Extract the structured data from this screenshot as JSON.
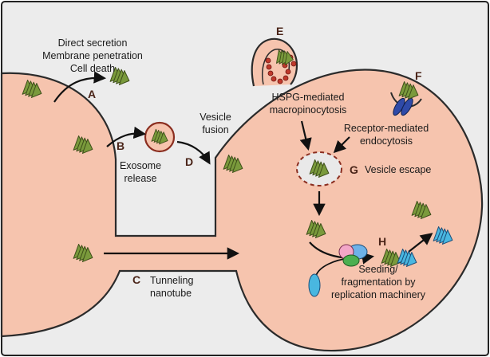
{
  "colors": {
    "background": "#ececec",
    "cell_fill": "#f6c4ae",
    "cell_stroke": "#2b2b2b",
    "fibril_fill": "#7a9a3c",
    "fibril_dark": "#3e4f1a",
    "receptor": "#2f4aa8",
    "hspg": "#c0392b",
    "pink": "#f2a6c8",
    "blue_light": "#6db2e8",
    "green": "#4caf50",
    "seed_blue": "#49b7e0"
  },
  "labels": {
    "a_text_line1": "Direct secretion",
    "a_text_line2": "Membrane penetration",
    "a_text_line3": "Cell death",
    "letter_a": "A",
    "letter_b": "B",
    "exosome_line1": "Exosome",
    "exosome_line2": "release",
    "vesicle_line1": "Vesicle",
    "vesicle_line2": "fusion",
    "letter_d": "D",
    "letter_c": "C",
    "tunnel_line1": "Tunneling",
    "tunnel_line2": "nanotube",
    "letter_e": "E",
    "letter_f": "F",
    "hspg_line1": "HSPG-mediated",
    "hspg_line2": "macropinocytosis",
    "receptor_line1": "Receptor-mediated",
    "receptor_line2": "endocytosis",
    "letter_g": "G",
    "vesicle_escape": "Vesicle escape",
    "letter_h": "H",
    "seeding_line1": "Seeding/",
    "seeding_line2": "fragmentation by",
    "seeding_line3": "replication machinery"
  }
}
